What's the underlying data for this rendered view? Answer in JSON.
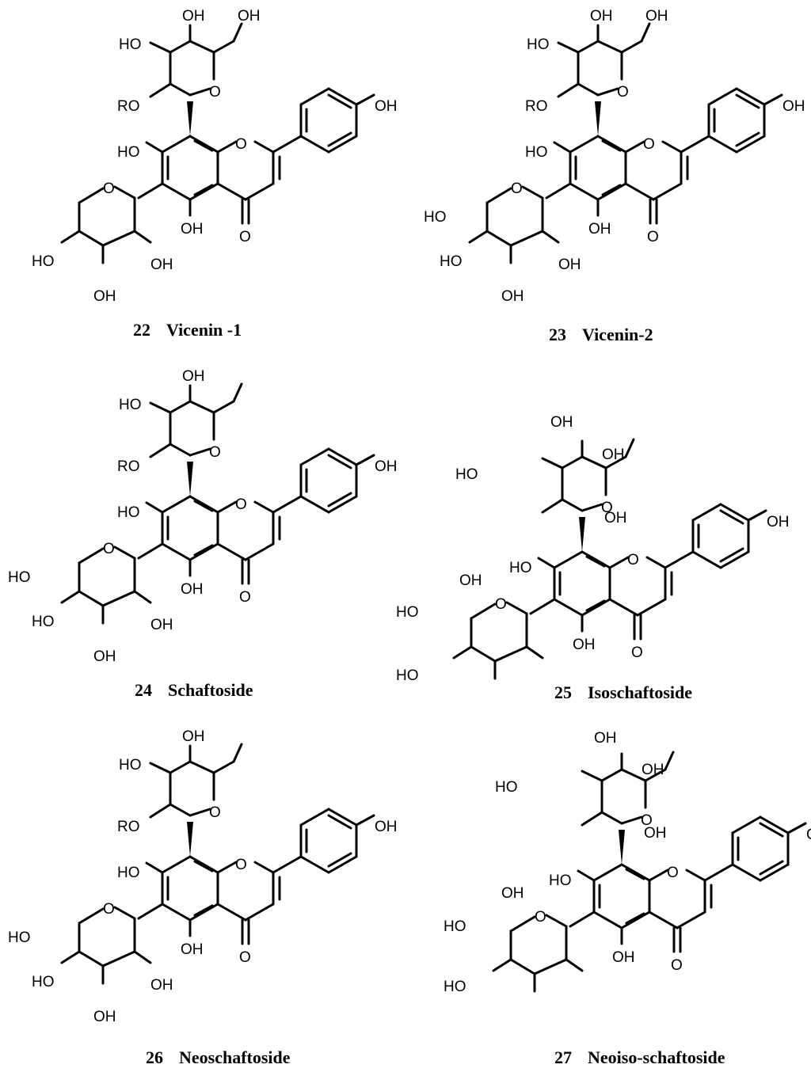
{
  "compounds": [
    {
      "number": "22",
      "name": "Vicenin -1"
    },
    {
      "number": "23",
      "name": "Vicenin-2"
    },
    {
      "number": "24",
      "name": "Schaftoside"
    },
    {
      "number": "25",
      "name": "Isoschaftoside"
    },
    {
      "number": "26",
      "name": "Neoschaftoside"
    },
    {
      "number": "27",
      "name": "Neoiso-schaftoside"
    }
  ],
  "atom_labels": {
    "hydroxyl": "OH",
    "hydroxyl_left": "HO",
    "ring_oxygen": "O",
    "carbonyl_oxygen": "O",
    "substituent_r": "RO"
  }
}
